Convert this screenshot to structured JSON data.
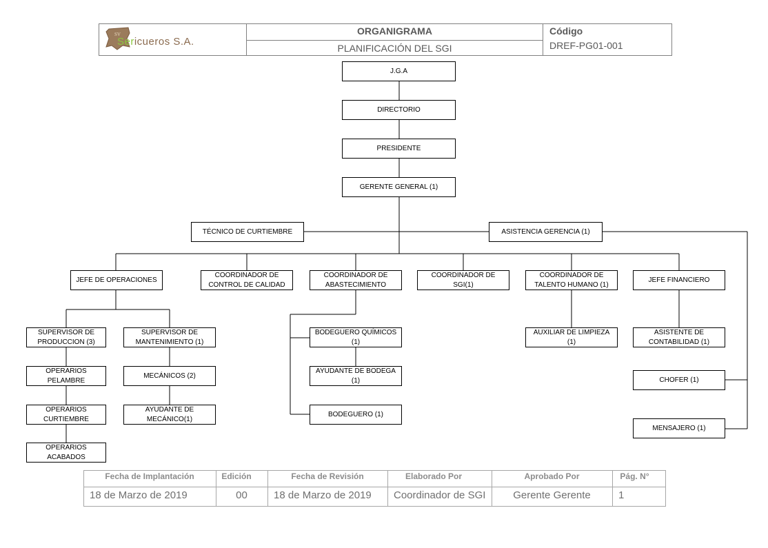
{
  "header": {
    "logo_text_a": "Ser",
    "logo_text_b": "icueros S.A.",
    "title": "ORGANIGRAMA",
    "subtitle": "PLANIFICACIÓN DEL SGI",
    "code_label": "Código",
    "code_value": "DREF-PG01-001"
  },
  "org": {
    "jga": "J.G.A",
    "directorio": "DIRECTORIO",
    "presidente": "PRESIDENTE",
    "gerente": "GERENTE GENERAL (1)",
    "tecnico": "TÉCNICO DE CURTIEMBRE",
    "asistencia": "ASISTENCIA GERENCIA (1)",
    "jefe_operaciones": "JEFE DE OPERACIONES",
    "coord_calidad": "COORDINADOR DE\nCONTROL DE CALIDAD",
    "coord_abastecimiento": "COORDINADOR DE\nABASTECIMIENTO",
    "coord_sgi": "COORDINADOR DE\nSGI(1)",
    "coord_talento": "COORDINADOR DE\nTALENTO HUMANO (1)",
    "jefe_financiero": "JEFE FINANCIERO",
    "sup_produccion": "SUPERVISOR DE\nPRODUCCION (3)",
    "sup_mantenimiento": "SUPERVISOR DE\nMANTENIMIENTO (1)",
    "op_pelambre": "OPERARIOS\nPELAMBRE",
    "op_curtiembre": "OPERARIOS\nCURTIEMBRE",
    "op_acabados": "OPERARIOS\nACABADOS",
    "mecanicos": "MECÁNICOS (2)",
    "ayudante_mecanico": "AYUDANTE DE\nMECÁNICO(1)",
    "bodeguero_quimicos": "BODEGUERO QUÍMICOS\n(1)",
    "ayudante_bodega": "AYUDANTE DE BODEGA\n(1)",
    "bodeguero": "BODEGUERO (1)",
    "auxiliar_limpieza": "AUXILIAR DE LIMPIEZA\n(1)",
    "asistente_contabilidad": "ASISTENTE DE\nCONTABILIDAD (1)",
    "chofer": "CHOFER (1)",
    "mensajero": "MENSAJERO (1)"
  },
  "footer": {
    "headers": [
      "Fecha de Implantación",
      "Edición",
      "Fecha de Revisión",
      "Elaborado Por",
      "Aprobado Por",
      "Pág. N°"
    ],
    "values": [
      "18 de Marzo de 2019",
      "00",
      "18 de Marzo de 2019",
      "Coordinador de SGI",
      "Gerente Gerente",
      "1"
    ]
  },
  "colors": {
    "logo_brown": "#8a6a4e",
    "logo_green": "#8cc63f",
    "border_gray": "#808080",
    "footer_header_text": "#8c8c8c",
    "footer_value_text": "#707070"
  }
}
